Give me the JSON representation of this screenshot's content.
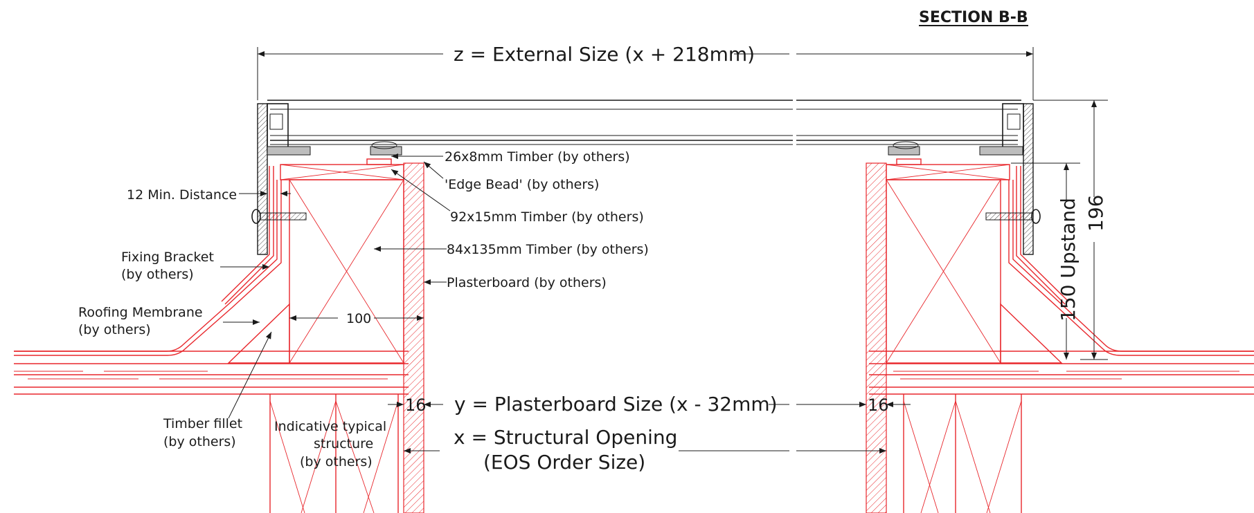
{
  "title": "SECTION B-B",
  "dimensions": {
    "external": "z = External Size (x + 218mm)",
    "plasterboard": "y = Plasterboard Size (x - 32mm)",
    "structural_line1": "x = Structural Opening",
    "structural_line2": "(EOS Order Size)",
    "width_100": "100",
    "offset_left": "16",
    "offset_right": "16",
    "upstand": "150 Upstand",
    "overall_height": "196"
  },
  "labels": {
    "timber_26x8": "26x8mm Timber (by others)",
    "edge_bead": "'Edge Bead' (by others)",
    "timber_92x15": "92x15mm Timber (by others)",
    "timber_84x135": "84x135mm Timber (by others)",
    "plasterboard": "Plasterboard (by others)",
    "min_distance": "12 Min. Distance",
    "fixing_bracket_1": "Fixing Bracket",
    "fixing_bracket_2": "(by others)",
    "roofing_membrane_1": "Roofing Membrane",
    "roofing_membrane_2": "(by others)",
    "timber_fillet_1": "Timber fillet",
    "timber_fillet_2": "(by others)",
    "structure_1": "Indicative typical",
    "structure_2": "structure",
    "structure_3": "(by others)"
  }
}
